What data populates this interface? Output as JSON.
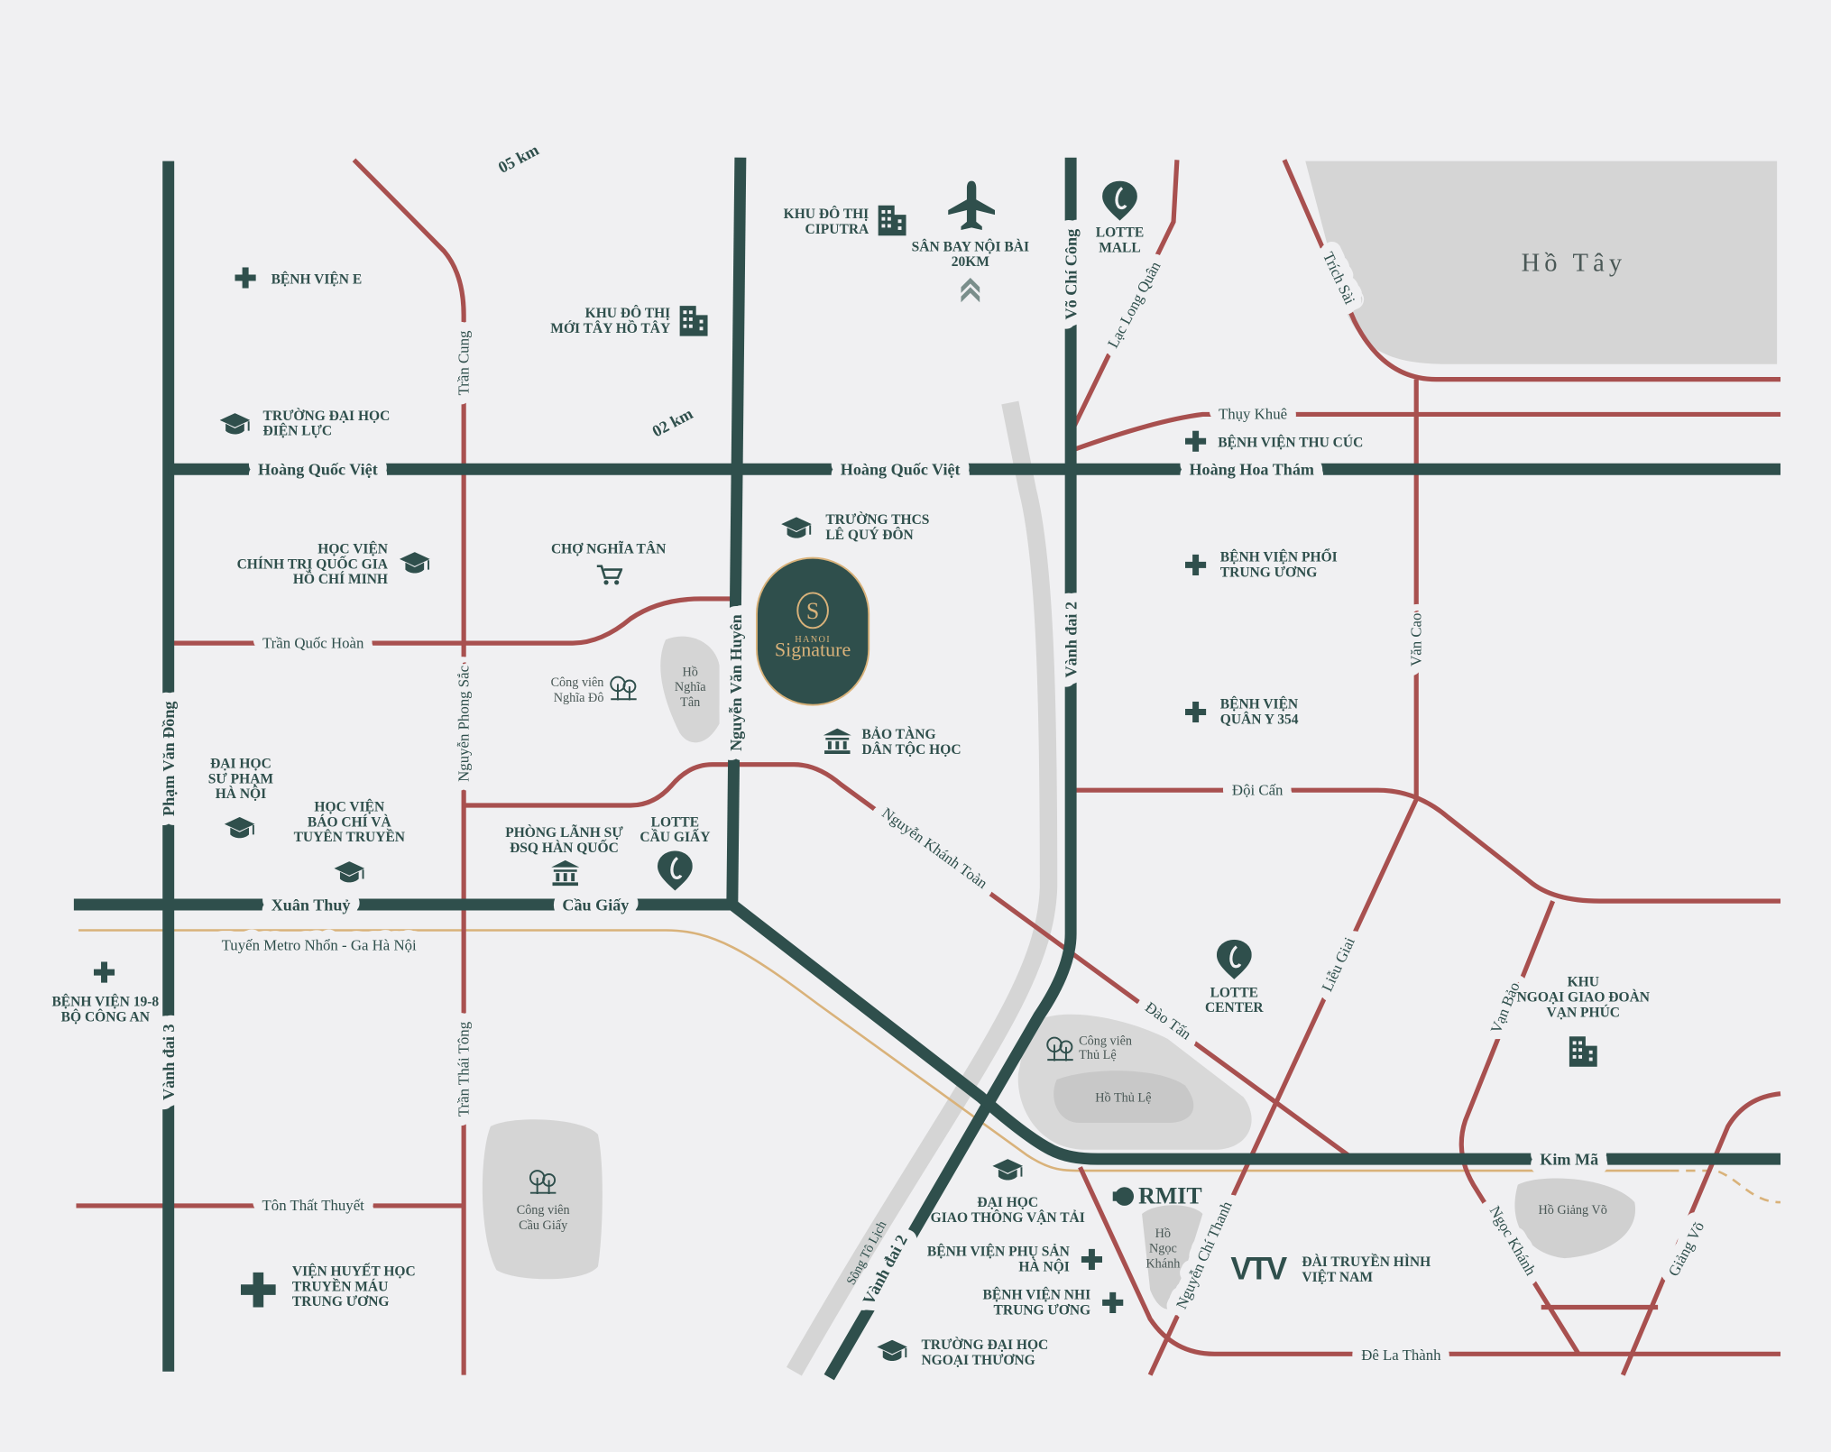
{
  "colors": {
    "background": "#f0f0f2",
    "major_road": "#2f4f4c",
    "minor_road": "#a8504f",
    "metro": "#d9b27a",
    "water_park": "#d5d5d5",
    "project_gold": "#d9b27a"
  },
  "project": {
    "brand_small": "HANOI",
    "brand_large": "Signature"
  },
  "distances": {
    "d5": "05 km",
    "d2": "02 km"
  },
  "roads": {
    "pham_van_dong": "Phạm Văn Đồng",
    "vanh_dai_3": "Vành đai 3",
    "hoang_quoc_viet_1": "Hoàng Quốc Việt",
    "hoang_quoc_viet_2": "Hoàng Quốc Việt",
    "hoang_hoa_tham": "Hoàng Hoa Thám",
    "xuan_thuy": "Xuân Thuỷ",
    "cau_giay": "Cầu Giấy",
    "kim_ma": "Kim Mã",
    "nguyen_van_huyen": "Nguyễn Văn Huyên",
    "vo_chi_cong": "Võ Chí Công",
    "vanh_dai_2_a": "Vành đai 2",
    "vanh_dai_2_b": "Vành đai 2",
    "tran_cung": "Trần Cung",
    "nguyen_phong_sac": "Nguyễn Phong Sắc",
    "tran_thai_tong": "Trần Thái Tông",
    "tran_quoc_hoan": "Trần Quốc Hoàn",
    "ton_that_thuyet": "Tôn Thất Thuyết",
    "lac_long_quan": "Lạc Long Quân",
    "thuy_khue": "Thụy Khuê",
    "trich_sai": "Trích Sài",
    "van_cao": "Văn Cao",
    "doi_can": "Đội Cấn",
    "lieu_giai": "Liễu Giai",
    "nguyen_khanh_toan": "Nguyễn Khánh Toàn",
    "dao_tan": "Đào Tấn",
    "van_bao": "Vạn Bảo",
    "ngoc_khanh": "Ngọc Khánh",
    "giang_vo": "Giảng Võ",
    "de_la_thanh": "Đê La Thành",
    "nguyen_chi_thanh": "Nguyễn Chí Thanh",
    "song_to_lich": "Sông Tô Lịch",
    "metro": "Tuyến Metro Nhổn - Ga Hà Nội"
  },
  "lakes": {
    "ho_tay": "Hồ Tây",
    "ho_nghia_tan": [
      "Hồ",
      "Nghĩa",
      "Tân"
    ],
    "cv_nghia_do": [
      "Công viên",
      "Nghĩa Đô"
    ],
    "cv_thu_le": [
      "Công viên",
      "Thủ Lệ"
    ],
    "ho_thu_le": "Hồ Thủ Lệ",
    "cv_cau_giay": [
      "Công viên",
      "Cầu Giấy"
    ],
    "ho_ngoc_khanh": [
      "Hồ",
      "Ngọc",
      "Khánh"
    ],
    "ho_giang_vo": "Hồ Giảng Võ"
  },
  "pois": {
    "benh_vien_e": [
      "BỆNH VIỆN E"
    ],
    "dh_dien_luc": [
      "TRƯỜNG ĐẠI HỌC",
      "ĐIỆN LỰC"
    ],
    "ciputra": [
      "KHU ĐÔ THỊ",
      "CIPUTRA"
    ],
    "noi_bai": [
      "SÂN BAY NỘI BÀI",
      "20KM"
    ],
    "lotte_mall": [
      "LOTTE",
      "MALL"
    ],
    "tay_ho_tay": [
      "KHU ĐÔ THỊ",
      "MỚI TÂY HỒ TÂY"
    ],
    "thu_cuc": [
      "BỆNH VIỆN THU CÚC"
    ],
    "le_quy_don": [
      "TRƯỜNG THCS",
      "LÊ QUÝ ĐÔN"
    ],
    "hv_chinh_tri": [
      "HỌC VIỆN",
      "CHÍNH TRỊ QUỐC GIA",
      "HỒ CHÍ MINH"
    ],
    "cho_nghia_tan": [
      "CHỢ NGHĨA TÂN"
    ],
    "bv_phoi": [
      "BỆNH VIỆN PHỔI",
      "TRUNG ƯƠNG"
    ],
    "bv_354": [
      "BỆNH VIỆN",
      "QUÂN Y 354"
    ],
    "bao_tang": [
      "BẢO TÀNG",
      "DÂN TỘC HỌC"
    ],
    "dh_su_pham": [
      "ĐẠI HỌC",
      "SƯ PHẠM",
      "HÀ NỘI"
    ],
    "hv_bao_chi": [
      "HỌC VIỆN",
      "BÁO CHÍ VÀ",
      "TUYÊN TRUYỀN"
    ],
    "lanh_su": [
      "PHÒNG LÃNH SỰ",
      "ĐSQ HÀN QUỐC"
    ],
    "lotte_cau_giay": [
      "LOTTE",
      "CẦU GIẤY"
    ],
    "bv_19_8": [
      "BỆNH VIỆN 19-8",
      "BỘ CÔNG AN"
    ],
    "lotte_center": [
      "LOTTE",
      "CENTER"
    ],
    "van_phuc": [
      "KHU",
      "NGOẠI GIAO ĐOÀN",
      "VẠN PHÚC"
    ],
    "dh_gtvt": [
      "ĐẠI HỌC",
      "GIAO THÔNG VẬN TẢI"
    ],
    "rmit": [
      "RMIT"
    ],
    "phu_san": [
      "BỆNH VIỆN PHỤ SẢN",
      "HÀ NỘI"
    ],
    "nhi_tw": [
      "BỆNH VIỆN NHI",
      "TRUNG ƯƠNG"
    ],
    "vtv_logo": "VTV",
    "vtv": [
      "ĐÀI TRUYỀN HÌNH",
      "VIỆT NAM"
    ],
    "ngoai_thuong": [
      "TRƯỜNG ĐẠI HỌC",
      "NGOẠI THƯƠNG"
    ],
    "vien_huyet_hoc": [
      "VIỆN HUYẾT HỌC",
      "TRUYỀN MÁU",
      "TRUNG ƯƠNG"
    ]
  }
}
